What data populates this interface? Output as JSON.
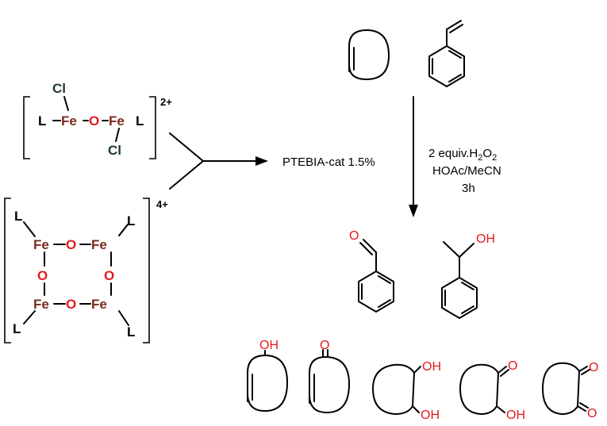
{
  "dimer": {
    "cl_top": "Cl",
    "cl_bottom": "Cl",
    "ligand_left": "L",
    "ligand_right": "L",
    "fe_left": "Fe",
    "fe_right": "Fe",
    "oxo": "O",
    "charge": "2+"
  },
  "tetramer": {
    "fe": "Fe",
    "oxo": "O",
    "ligand": "L",
    "charge": "4+"
  },
  "catalyst_label": "PTEBIA-cat 1.5%",
  "conditions": {
    "line1_prefix": "2 equiv.H",
    "line1_sub1": "2",
    "line1_mid": "O",
    "line1_sub2": "2",
    "line2": "HOAc/MeCN",
    "line3": "3h"
  },
  "labels": {
    "oh": "OH",
    "o": "O"
  },
  "colors": {
    "iron": "#7a2a1a",
    "oxygen": "#e41a1c",
    "chlorine": "#1f3a2a",
    "bond": "#000000"
  }
}
